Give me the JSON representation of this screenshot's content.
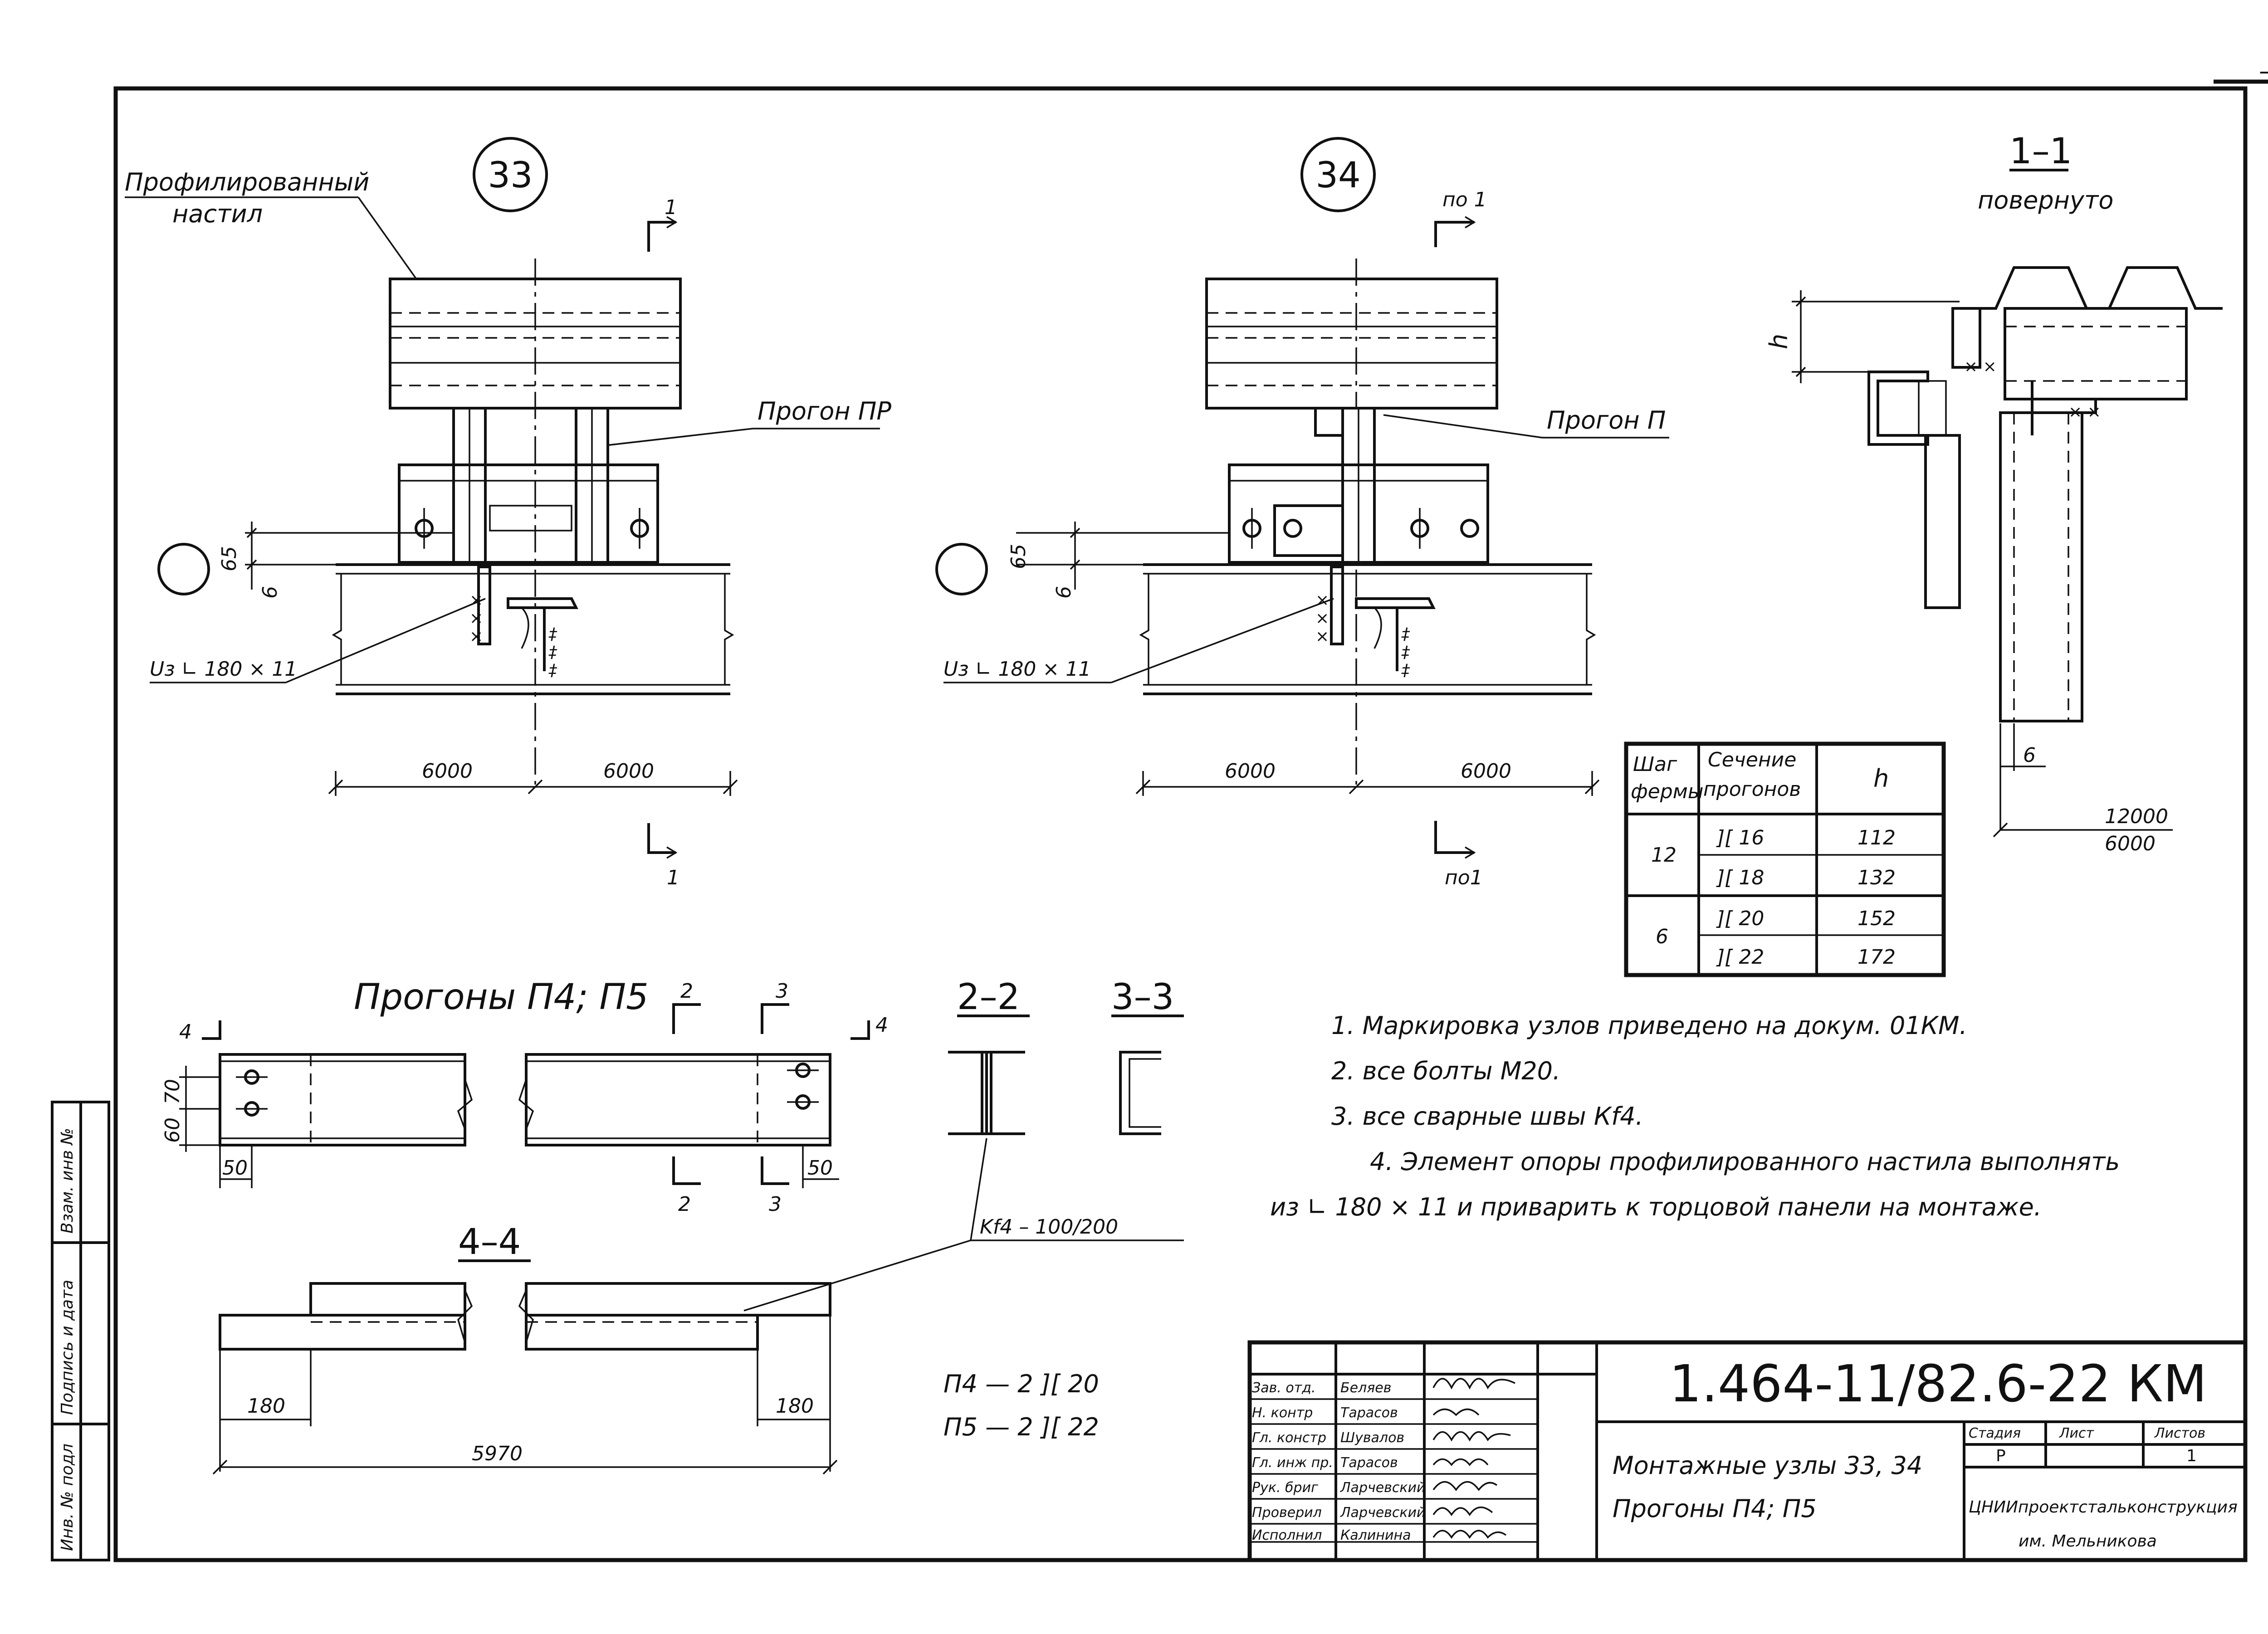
{
  "corner_mark": "—",
  "nodes": {
    "node33": {
      "number": "33",
      "deck_label_line1": "Профилированный",
      "deck_label_line2": "настил",
      "purlin_label": "Прогон ПР",
      "angle_label": "Uз ∟ 180 × 11",
      "dim_65": "65",
      "dim_6": "6",
      "span_left": "6000",
      "span_right": "6000",
      "section_mark": "1"
    },
    "node34": {
      "number": "34",
      "section_top_label": "по 1",
      "purlin_label": "Прогон П",
      "angle_label": "Uз ∟ 180 × 11",
      "dim_65": "65",
      "dim_6": "6",
      "span_left": "6000",
      "span_right": "6000",
      "section_bottom_label": "по1"
    }
  },
  "section_1_1": {
    "title": "1–1",
    "subtitle": "повернуто",
    "dim_h": "h",
    "dim_6": "6",
    "dim_12000": "12000",
    "dim_6000": "6000"
  },
  "table": {
    "headers": [
      {
        "line1": "Шаг",
        "line2": "фермы"
      },
      {
        "line1": "Сечение",
        "line2": "прогонов"
      },
      {
        "line1": "h",
        "line2": ""
      }
    ],
    "groups": [
      {
        "step": "12",
        "rows": [
          {
            "section": "][ 16",
            "h": "112"
          },
          {
            "section": "][ 18",
            "h": "132"
          }
        ]
      },
      {
        "step": "6",
        "rows": [
          {
            "section": "][ 20",
            "h": "152"
          },
          {
            "section": "][ 22",
            "h": "172"
          }
        ]
      }
    ]
  },
  "purlins": {
    "title": "Прогоны П4; П5",
    "mark_2": "2",
    "mark_3": "3",
    "mark_4": "4",
    "dim_60": "60",
    "dim_70": "70",
    "dim_50_left": "50",
    "dim_50_right": "50",
    "sec_2_2": "2–2",
    "sec_3_3": "3–3",
    "sec_4_4": "4–4",
    "weld_label": "Kf4 – 100/200",
    "dim_180_left": "180",
    "dim_180_right": "180",
    "dim_5970": "5970",
    "p4_spec": "П4 — 2 ][ 20",
    "p5_spec": "П5 — 2 ][ 22"
  },
  "notes": [
    "1. Маркировка узлов приведено на докум. 01КМ.",
    "2. все болты М20.",
    "3. все сварные швы Кf4.",
    "4. Элемент опоры профилированного настила выполнять",
    "из ∟ 180 × 11 и приварить к торцовой панели на монтаже."
  ],
  "side_stamp": [
    "Взам. инв №",
    "Подпись и дата",
    "Инв. № подл"
  ],
  "title_block": {
    "code": "1.464-11/82.6-22 КМ",
    "description_line1": "Монтажные узлы 33, 34",
    "description_line2": "Прогоны П4; П5",
    "stage_header": "Стадия",
    "sheet_header": "Лист",
    "sheets_header": "Листов",
    "stage_value": "Р",
    "sheet_value": "",
    "sheets_value": "1",
    "org_line1": "ЦНИИпроектстальконструкция",
    "org_line2": "им. Мельникова",
    "roles": [
      {
        "role": "Зав. отд.",
        "name": "Беляев"
      },
      {
        "role": "Н. контр",
        "name": "Тарасов"
      },
      {
        "role": "Гл. констр",
        "name": "Шувалов"
      },
      {
        "role": "Гл. инж пр.",
        "name": "Тарасов"
      },
      {
        "role": "Рук. бриг",
        "name": "Ларчевский"
      },
      {
        "role": "Проверил",
        "name": "Ларчевский"
      },
      {
        "role": "Исполнил",
        "name": "Калинина"
      }
    ]
  }
}
